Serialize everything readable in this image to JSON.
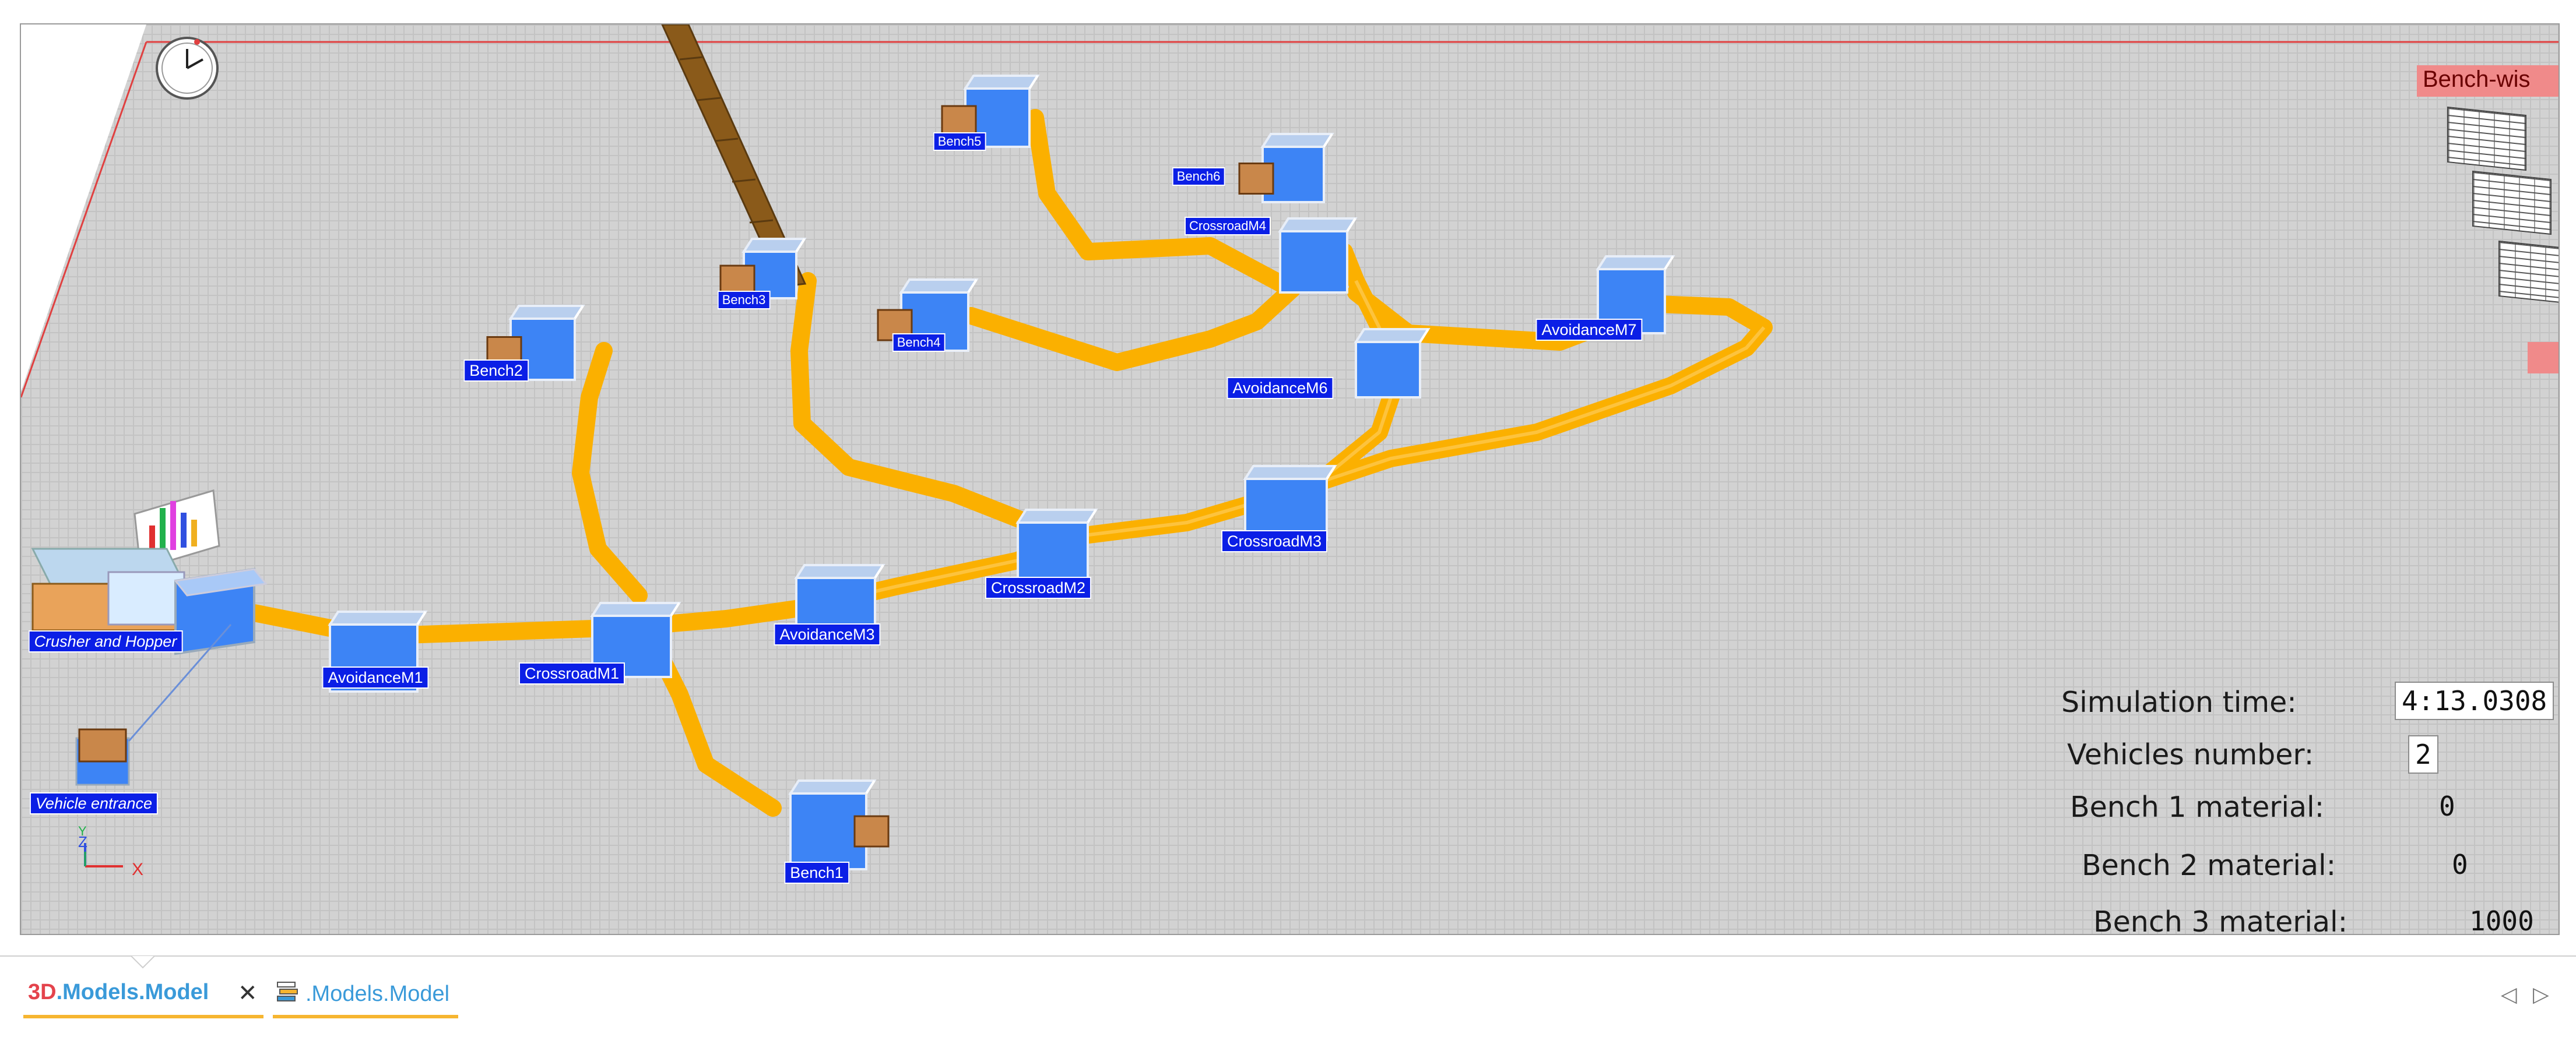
{
  "scene": {
    "nodes": [
      {
        "id": "bench1",
        "label": "Bench1",
        "kind": "bench"
      },
      {
        "id": "bench2",
        "label": "Bench2",
        "kind": "bench"
      },
      {
        "id": "bench3",
        "label": "Bench3",
        "kind": "bench"
      },
      {
        "id": "bench4",
        "label": "Bench4",
        "kind": "bench"
      },
      {
        "id": "bench5",
        "label": "Bench5",
        "kind": "bench"
      },
      {
        "id": "bench6",
        "label": "Bench6",
        "kind": "bench"
      },
      {
        "id": "avoidance_m1",
        "label": "AvoidanceM1",
        "kind": "station"
      },
      {
        "id": "avoidance_m3",
        "label": "AvoidanceM3",
        "kind": "station"
      },
      {
        "id": "avoidance_m6",
        "label": "AvoidanceM6",
        "kind": "station"
      },
      {
        "id": "avoidance_m7",
        "label": "AvoidanceM7",
        "kind": "station"
      },
      {
        "id": "crossroad_m1",
        "label": "CrossroadM1",
        "kind": "station"
      },
      {
        "id": "crossroad_m2",
        "label": "CrossroadM2",
        "kind": "station"
      },
      {
        "id": "crossroad_m3",
        "label": "CrossroadM3",
        "kind": "station"
      },
      {
        "id": "crossroad_m4",
        "label": "CrossroadM4",
        "kind": "station"
      },
      {
        "id": "crusher",
        "label": "Crusher and Hopper",
        "kind": "crusher"
      },
      {
        "id": "vehicle_entrance",
        "label": "Vehicle entrance",
        "kind": "entrance"
      }
    ],
    "axis_labels": {
      "x": "X",
      "y": "Y",
      "z": "Z"
    },
    "colors": {
      "road": "#fbb000",
      "station_fill": "#3d84f5",
      "label_bg": "#0b1fe6",
      "floor": "#d2d2d2",
      "boundary": "#e04040"
    },
    "icons": {
      "clock": "clock-icon",
      "chart": "bar-chart-icon",
      "table": "table-icon"
    }
  },
  "panel": {
    "title": "Bench-wis"
  },
  "stats": {
    "simulation_time_label": "Simulation time:",
    "simulation_time_value": "4:13.0308",
    "vehicles_label": "Vehicles number:",
    "vehicles_value": "2",
    "bench1_label": "Bench 1 material:",
    "bench1_value": "0",
    "bench2_label": "Bench 2 material:",
    "bench2_value": "0",
    "bench3_label": "Bench 3 material:",
    "bench3_value": "1000"
  },
  "tabs": [
    {
      "prefix": "3D",
      "name": ".Models.Model",
      "active": true,
      "closable": true
    },
    {
      "prefix": "",
      "name": ".Models.Model",
      "active": false,
      "closable": false
    }
  ],
  "nav": {
    "prev": "◁",
    "next": "▷",
    "close": "✕"
  }
}
